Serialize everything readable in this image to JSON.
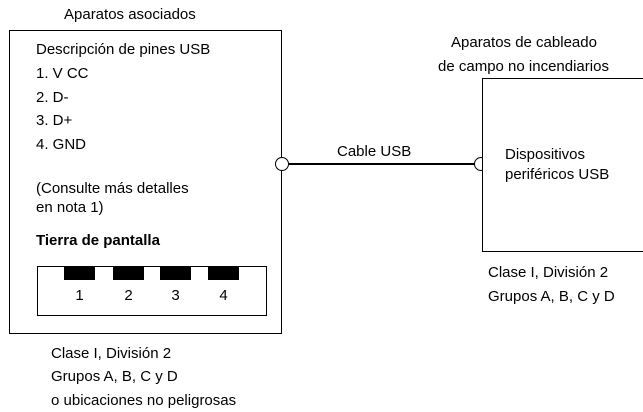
{
  "left_device": {
    "header": "Aparatos asociados",
    "pin_title": "Descripción de pines USB",
    "pins": [
      "1. V CC",
      "2. D-",
      "3. D+",
      "4. GND"
    ],
    "note_line1": "(Consulte más detalles",
    "note_line2": "en nota 1)",
    "shield": "Tierra de pantalla",
    "connector_numbers": [
      "1",
      "2",
      "3",
      "4"
    ],
    "class_lines": [
      "Clase I, División 2",
      "Grupos A, B, C y D",
      "o ubicaciones no peligrosas"
    ]
  },
  "cable": {
    "label": "Cable USB"
  },
  "right_device": {
    "header_line1": "Aparatos de cableado",
    "header_line2": "de campo no incendiarios",
    "name_line1": "Dispositivos",
    "name_line2": "periféricos USB",
    "class_lines": [
      "Clase I, División 2",
      "Grupos A, B, C y D"
    ]
  }
}
